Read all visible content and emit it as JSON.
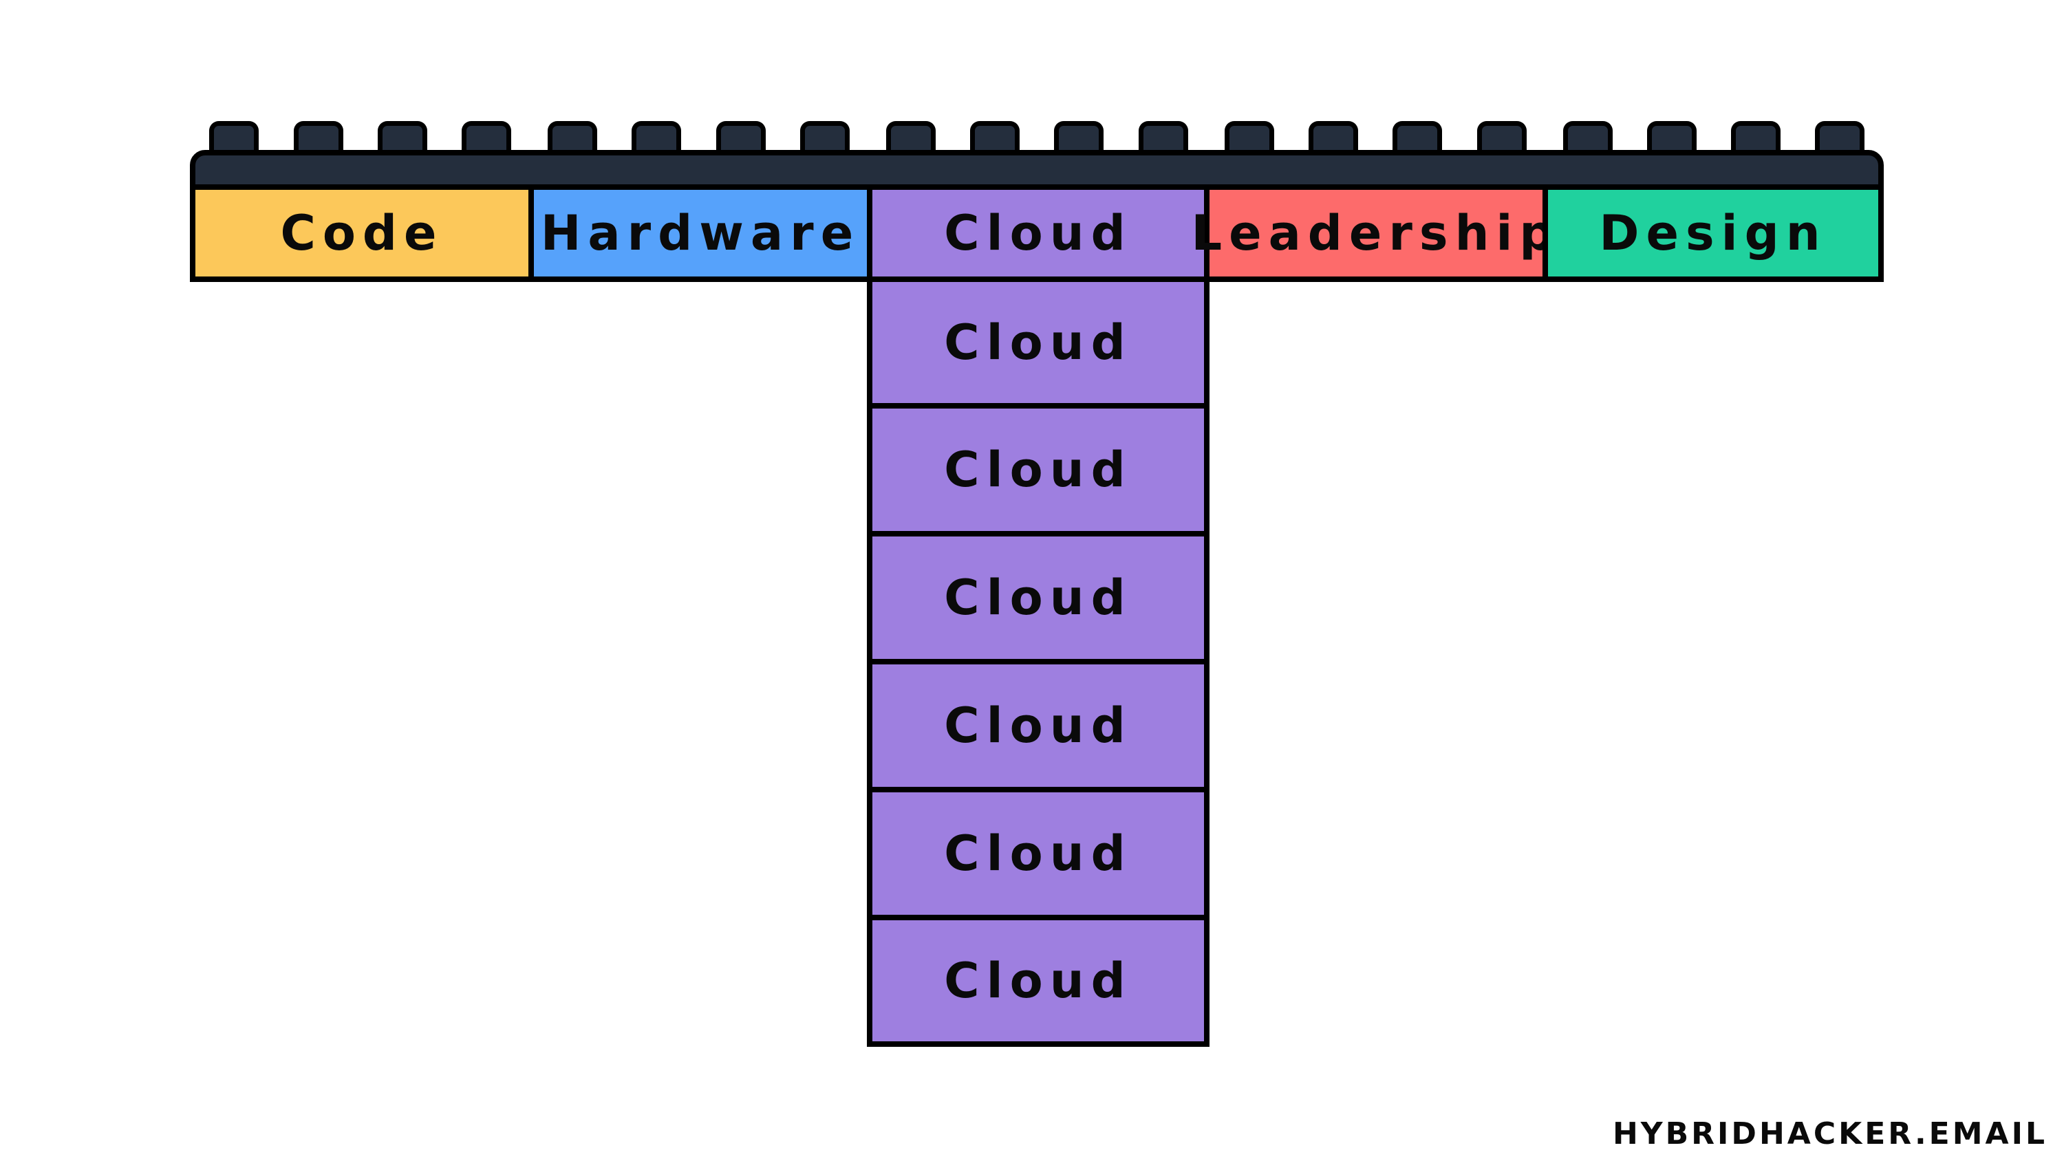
{
  "colors": {
    "baseplate": "#242e3d",
    "outline": "#000000",
    "code": "#fcc85a",
    "hardware": "#56a2fb",
    "cloud": "#9e7fe0",
    "leadership": "#fd6b6b",
    "design": "#20d19e"
  },
  "top_row": [
    {
      "label": "Code",
      "color": "#fcc85a"
    },
    {
      "label": "Hardware",
      "color": "#56a2fb"
    },
    {
      "label": "Cloud",
      "color": "#9e7fe0"
    },
    {
      "label": "Leadership",
      "color": "#fd6b6b"
    },
    {
      "label": "Design",
      "color": "#20d19e"
    }
  ],
  "stack": [
    {
      "label": "Cloud"
    },
    {
      "label": "Cloud"
    },
    {
      "label": "Cloud"
    },
    {
      "label": "Cloud"
    },
    {
      "label": "Cloud"
    },
    {
      "label": "Cloud"
    }
  ],
  "footer": {
    "text": "HYBRIDHACKER.EMAIL"
  }
}
